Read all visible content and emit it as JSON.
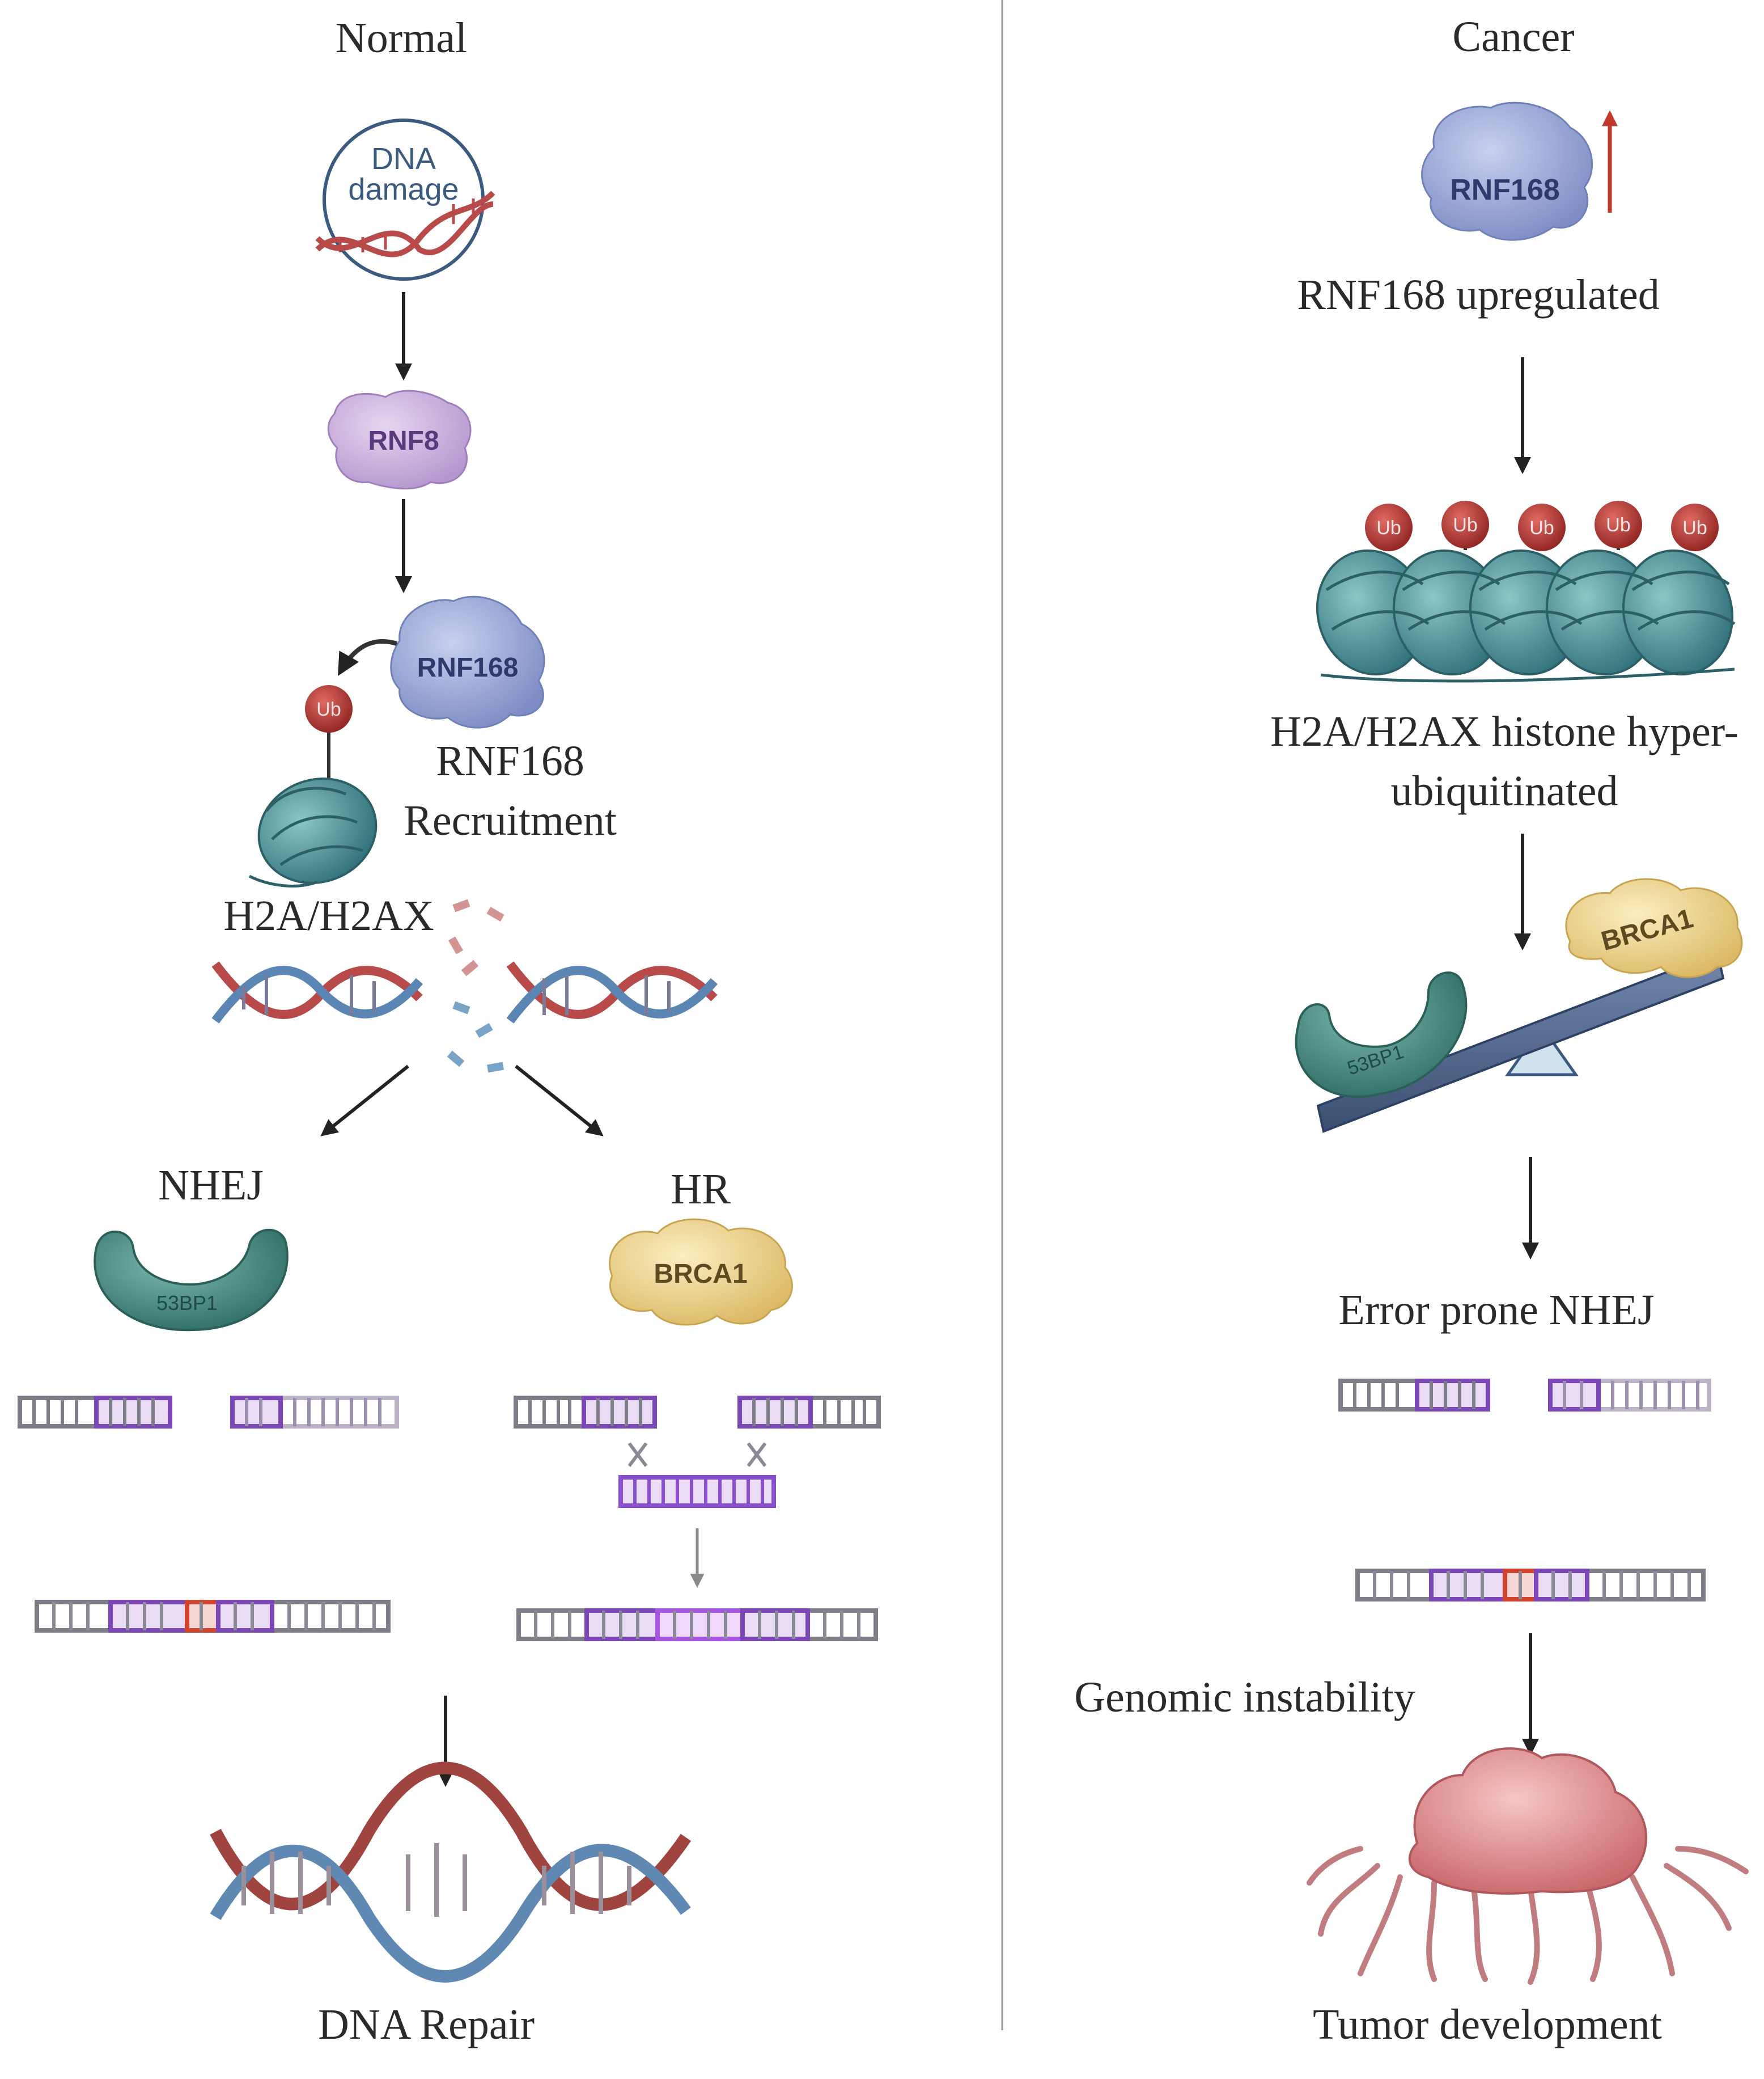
{
  "panels": {
    "normal": {
      "title": "Normal",
      "dna_damage_line1": "DNA",
      "dna_damage_line2": "damage",
      "rnf8": "RNF8",
      "rnf168": "RNF168",
      "recruitment_line1": "RNF168",
      "recruitment_line2": "Recruitment",
      "ub": "Ub",
      "histone": "H2A/H2AX",
      "nhej": "NHEJ",
      "hr": "HR",
      "p53bp1": "53BP1",
      "brca1": "BRCA1",
      "outcome": "DNA Repair"
    },
    "cancer": {
      "title": "Cancer",
      "rnf168": "RNF168",
      "upregulated": "RNF168 upregulated",
      "ub": "Ub",
      "hyper_line1": "H2A/H2AX histone hyper-",
      "hyper_line2": "ubiquitinated",
      "brca1": "BRCA1",
      "p53bp1": "53BP1",
      "error_nhej": "Error prone NHEJ",
      "genomic": "Genomic instability",
      "outcome": "Tumor development"
    }
  },
  "colors": {
    "dna_red": "#b94a4a",
    "dna_blue": "#5b86b3",
    "rnf8": "#c9aede",
    "rnf168": "#9aa8d8",
    "nucleosome": "#4f9aa0",
    "ub": "#b7342f",
    "protein_53bp1": "#4c948c",
    "brca1": "#f0d78f",
    "purple": "#7b46b5",
    "seesaw": "#4e6589",
    "tumor": "#e8a2a2",
    "up_arrow": "#c0392b"
  }
}
